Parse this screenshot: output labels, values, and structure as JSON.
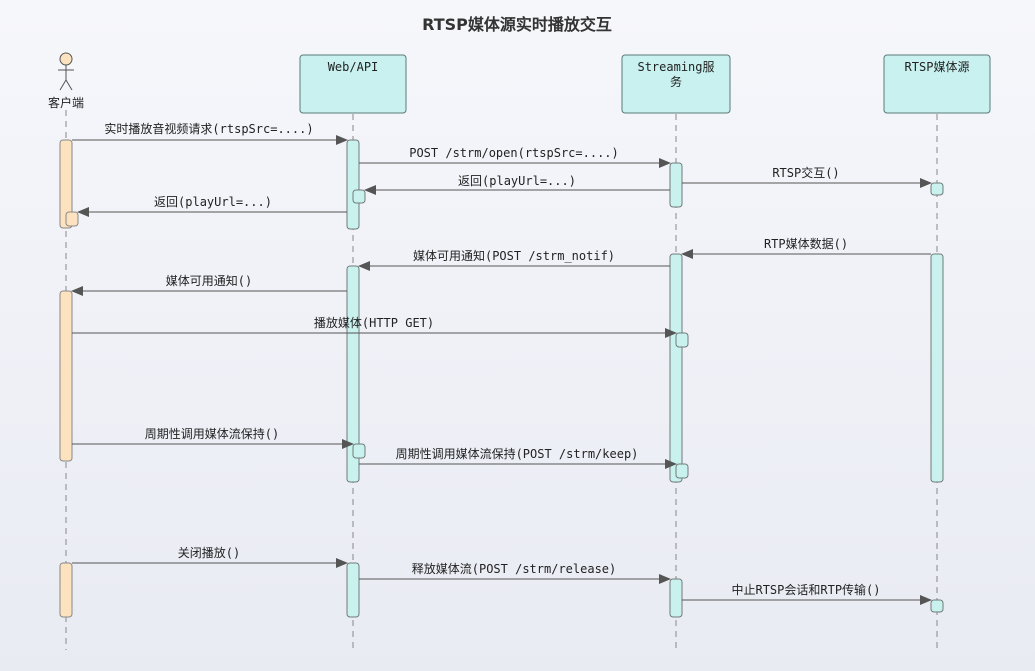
{
  "title": "RTSP媒体源实时播放交互",
  "participants": {
    "client": "客户端",
    "web": "Web/API",
    "streaming_line1": "Streaming服",
    "streaming_line2": "务",
    "rtsp": "RTSP媒体源"
  },
  "messages": [
    "实时播放音视频请求(rtspSrc=....)",
    "POST /strm/open(rtspSrc=....)",
    "RTSP交互()",
    "返回(playUrl=...)",
    "返回(playUrl=...)",
    "RTP媒体数据()",
    "媒体可用通知(POST /strm_notif)",
    "媒体可用通知()",
    "播放媒体(HTTP GET)",
    "周期性调用媒体流保持()",
    "周期性调用媒体流保持(POST /strm/keep)",
    "关闭播放()",
    "释放媒体流(POST /strm/release)",
    "中止RTSP会话和RTP传输()"
  ],
  "colors": {
    "participant_fill": "#c8f1ef",
    "client_activation_fill": "#fde2c0",
    "server_activation_fill": "#c9f2ef",
    "arrow": "#555555"
  },
  "icons": {
    "client": "stick-figure-actor-icon"
  }
}
